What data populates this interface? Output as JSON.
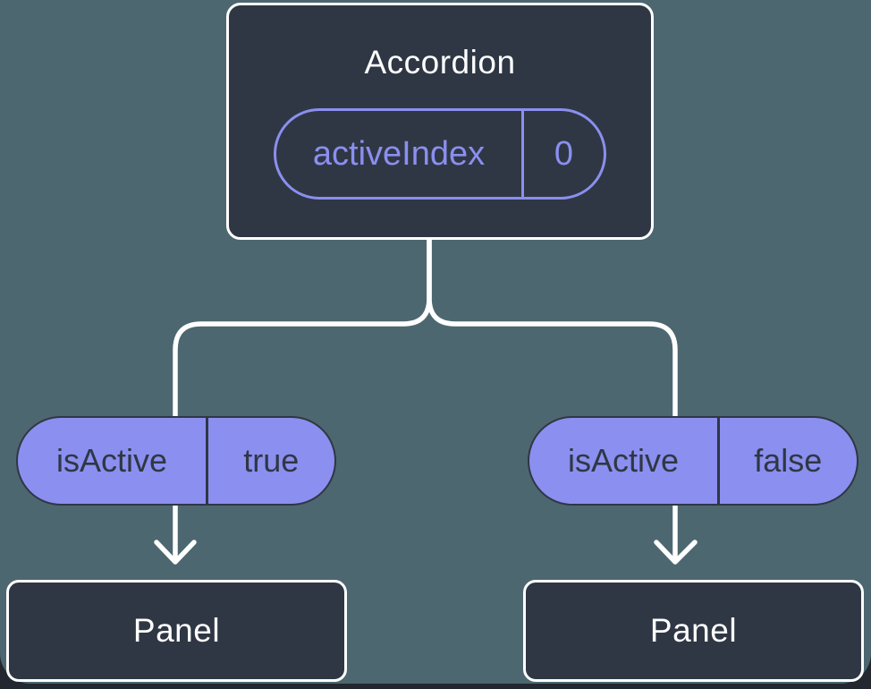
{
  "colors": {
    "page-bg": "#23272F",
    "canvas-bg": "#4D6770",
    "node-bg": "#2F3744",
    "node-border": "#FFFFFF",
    "node-text": "#FFFFFF",
    "accent-purple": "#8B8FEF",
    "pill-text-dark": "#2F3744",
    "connector": "#FFFFFF"
  },
  "root": {
    "title": "Accordion",
    "prop": {
      "name": "activeIndex",
      "value": "0"
    }
  },
  "branches": [
    {
      "prop": {
        "name": "isActive",
        "value": "true"
      },
      "child": {
        "title": "Panel"
      }
    },
    {
      "prop": {
        "name": "isActive",
        "value": "false"
      },
      "child": {
        "title": "Panel"
      }
    }
  ]
}
